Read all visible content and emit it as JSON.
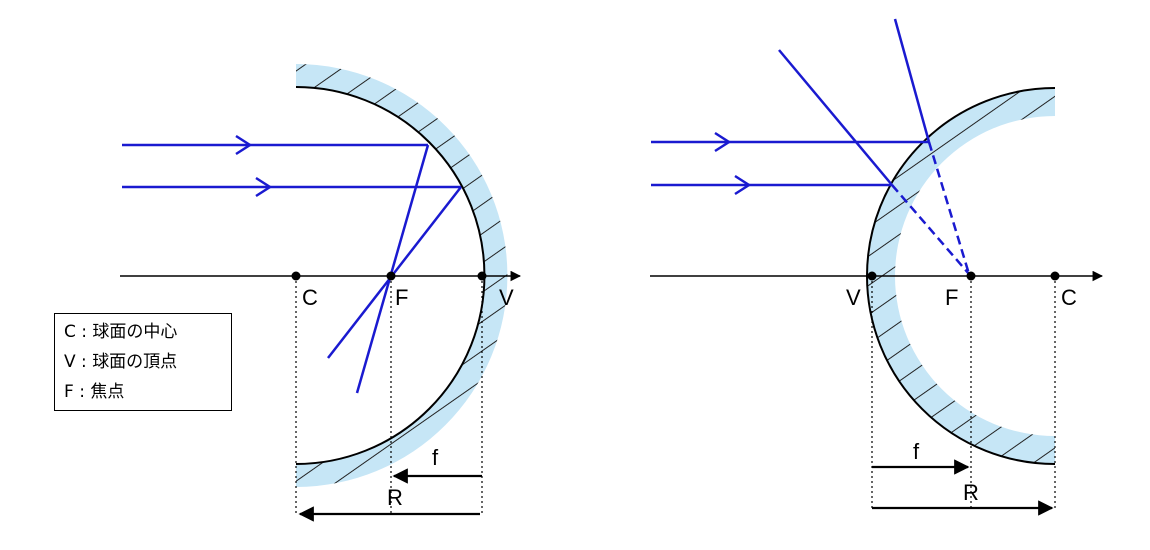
{
  "colors": {
    "ray": "#1a1ad0",
    "mirror_coating": "#c6e6f6",
    "line": "#000000"
  },
  "concave_mirror": {
    "labels": {
      "center": "C",
      "focus": "F",
      "vertex": "V",
      "focal_length": "f",
      "radius": "R"
    }
  },
  "convex_mirror": {
    "labels": {
      "vertex": "V",
      "focus": "F",
      "center": "C",
      "focal_length": "f",
      "radius": "R"
    }
  },
  "legend": {
    "items": [
      {
        "key": "C",
        "sep": ":",
        "text": "球面の中心"
      },
      {
        "key": "V",
        "sep": ":",
        "text": "球面の頂点"
      },
      {
        "key": "F",
        "sep": ":",
        "text": "焦点"
      }
    ]
  }
}
